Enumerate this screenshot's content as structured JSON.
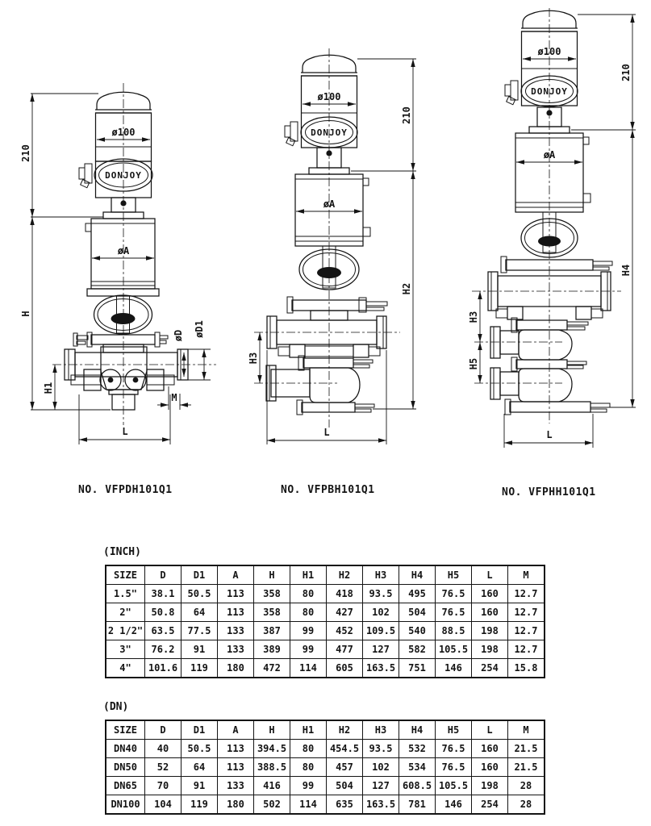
{
  "drawings": [
    {
      "model": "NO. VFPDH101Q1",
      "brand": "DONJOY",
      "labels": {
        "actuator_dia": "ø100",
        "actuator_height": "210",
        "body_dia": "øA",
        "h": "H",
        "h1": "H1",
        "d": "øD",
        "d1": "øD1",
        "m": "M",
        "l": "L"
      }
    },
    {
      "model": "NO. VFPBH101Q1",
      "brand": "DONJOY",
      "labels": {
        "actuator_dia": "ø100",
        "actuator_height": "210",
        "body_dia": "øA",
        "h2": "H2",
        "h3": "H3",
        "l": "L"
      }
    },
    {
      "model": "NO. VFPHH101Q1",
      "brand": "DONJOY",
      "labels": {
        "actuator_dia": "ø100",
        "actuator_height": "210",
        "body_dia": "øA",
        "h3": "H3",
        "h4": "H4",
        "h5": "H5",
        "l": "L"
      }
    }
  ],
  "tables": [
    {
      "title": "(INCH)",
      "headers": [
        "SIZE",
        "D",
        "D1",
        "A",
        "H",
        "H1",
        "H2",
        "H3",
        "H4",
        "H5",
        "L",
        "M"
      ],
      "rows": [
        [
          "1.5\"",
          "38.1",
          "50.5",
          "113",
          "358",
          "80",
          "418",
          "93.5",
          "495",
          "76.5",
          "160",
          "12.7"
        ],
        [
          "2\"",
          "50.8",
          "64",
          "113",
          "358",
          "80",
          "427",
          "102",
          "504",
          "76.5",
          "160",
          "12.7"
        ],
        [
          "2 1/2\"",
          "63.5",
          "77.5",
          "133",
          "387",
          "99",
          "452",
          "109.5",
          "540",
          "88.5",
          "198",
          "12.7"
        ],
        [
          "3\"",
          "76.2",
          "91",
          "133",
          "389",
          "99",
          "477",
          "127",
          "582",
          "105.5",
          "198",
          "12.7"
        ],
        [
          "4\"",
          "101.6",
          "119",
          "180",
          "472",
          "114",
          "605",
          "163.5",
          "751",
          "146",
          "254",
          "15.8"
        ]
      ]
    },
    {
      "title": "(DN)",
      "headers": [
        "SIZE",
        "D",
        "D1",
        "A",
        "H",
        "H1",
        "H2",
        "H3",
        "H4",
        "H5",
        "L",
        "M"
      ],
      "rows": [
        [
          "DN40",
          "40",
          "50.5",
          "113",
          "394.5",
          "80",
          "454.5",
          "93.5",
          "532",
          "76.5",
          "160",
          "21.5"
        ],
        [
          "DN50",
          "52",
          "64",
          "113",
          "388.5",
          "80",
          "457",
          "102",
          "534",
          "76.5",
          "160",
          "21.5"
        ],
        [
          "DN65",
          "70",
          "91",
          "133",
          "416",
          "99",
          "504",
          "127",
          "608.5",
          "105.5",
          "198",
          "28"
        ],
        [
          "DN100",
          "104",
          "119",
          "180",
          "502",
          "114",
          "635",
          "163.5",
          "781",
          "146",
          "254",
          "28"
        ]
      ]
    }
  ]
}
